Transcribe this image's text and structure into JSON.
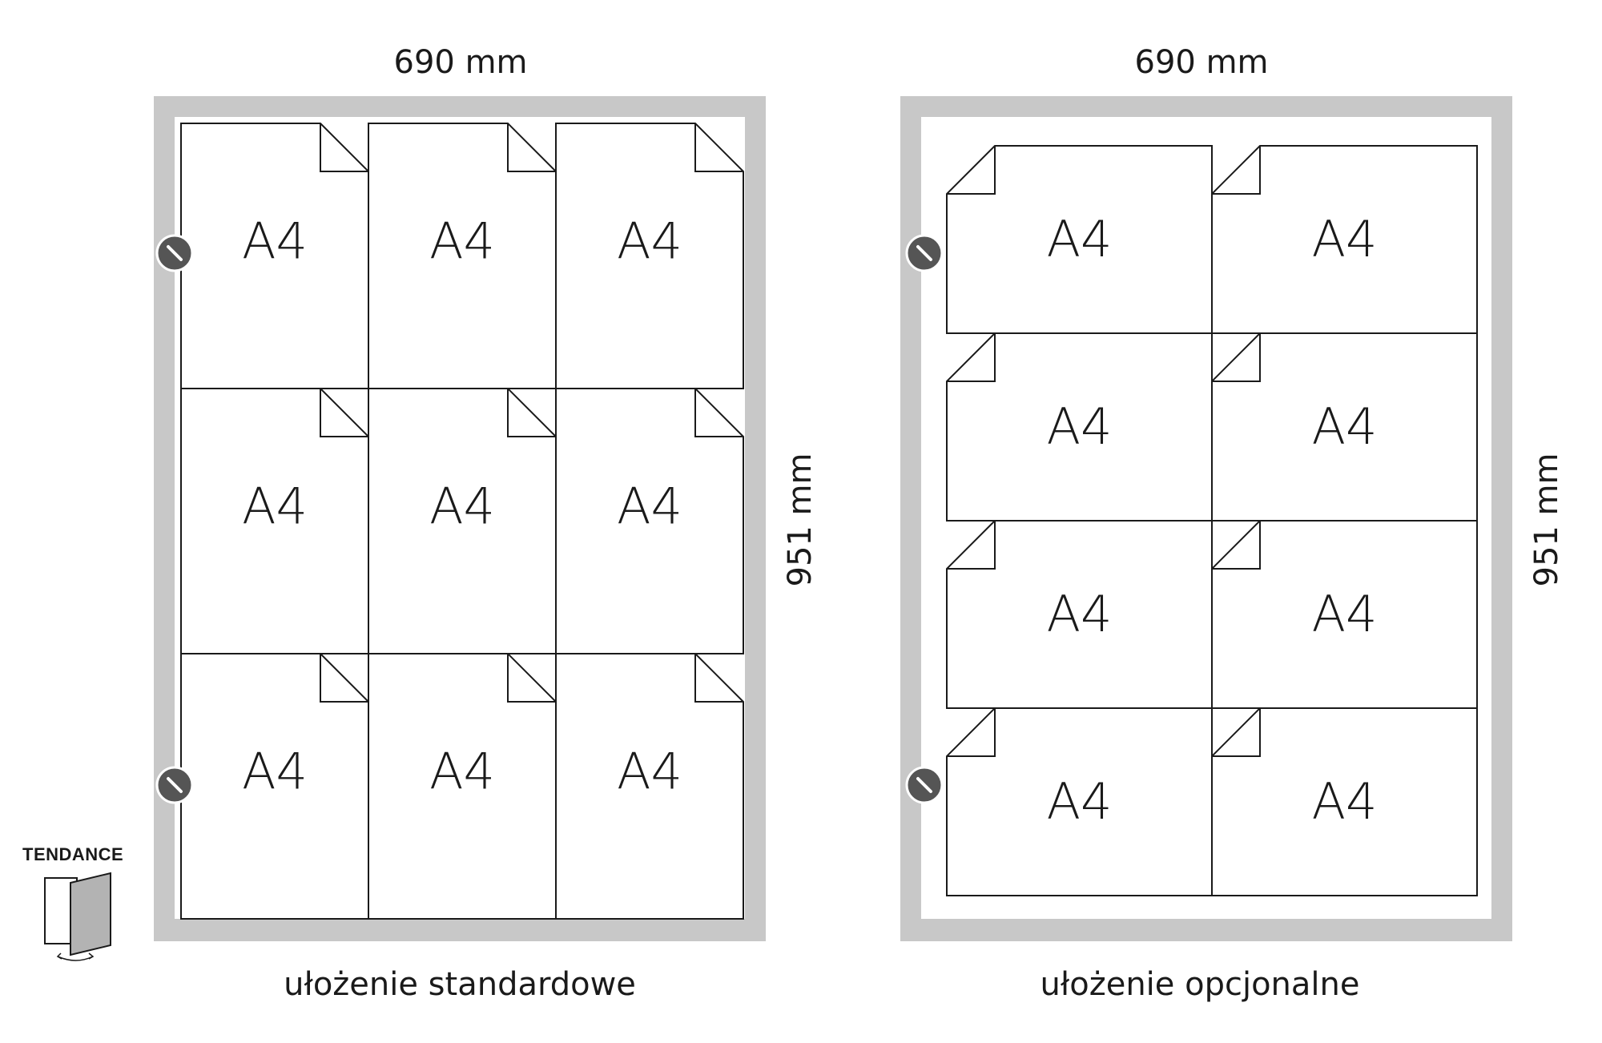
{
  "left_panel": {
    "width_label": "690 mm",
    "height_label": "951 mm",
    "caption": "ułożenie standardowe",
    "sheets": [
      {
        "label": "A4"
      },
      {
        "label": "A4"
      },
      {
        "label": "A4"
      },
      {
        "label": "A4"
      },
      {
        "label": "A4"
      },
      {
        "label": "A4"
      },
      {
        "label": "A4"
      },
      {
        "label": "A4"
      },
      {
        "label": "A4"
      }
    ]
  },
  "right_panel": {
    "width_label": "690 mm",
    "height_label": "951 mm",
    "caption": "ułożenie opcjonalne",
    "sheets": [
      {
        "label": "A4"
      },
      {
        "label": "A4"
      },
      {
        "label": "A4"
      },
      {
        "label": "A4"
      },
      {
        "label": "A4"
      },
      {
        "label": "A4"
      },
      {
        "label": "A4"
      },
      {
        "label": "A4"
      }
    ]
  },
  "brand": {
    "name": "TENDANCE",
    "icon": "door-opening-icon"
  },
  "colors": {
    "frame": "#c8c8c8",
    "hinge": "#555555",
    "line": "#1a1a1a"
  }
}
